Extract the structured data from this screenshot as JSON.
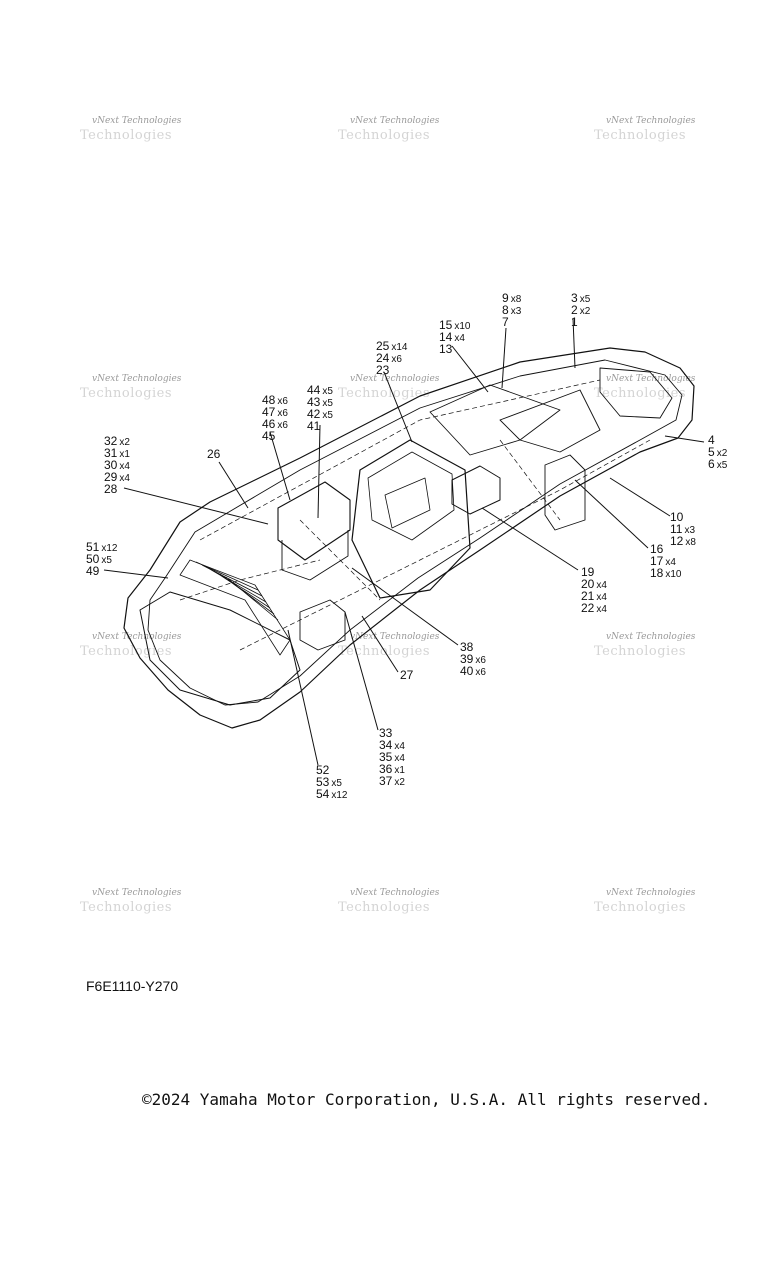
{
  "watermark": {
    "line1": "vNext Technologies",
    "line2": "Technologies"
  },
  "part_code": "F6E1110-Y270",
  "copyright": "©2024 Yamaha Motor Corporation, U.S.A. All rights reserved.",
  "callouts": {
    "c1": [
      {
        "num": "9",
        "qty": "x8"
      },
      {
        "num": "8",
        "qty": "x3"
      },
      {
        "num": "7",
        "qty": ""
      }
    ],
    "c2": [
      {
        "num": "3",
        "qty": "x5"
      },
      {
        "num": "2",
        "qty": "x2"
      },
      {
        "num": "1",
        "qty": ""
      }
    ],
    "c3": [
      {
        "num": "15",
        "qty": "x10"
      },
      {
        "num": "14",
        "qty": "x4"
      },
      {
        "num": "13",
        "qty": ""
      }
    ],
    "c4": [
      {
        "num": "25",
        "qty": "x14"
      },
      {
        "num": "24",
        "qty": "x6"
      },
      {
        "num": "23",
        "qty": ""
      }
    ],
    "c5": [
      {
        "num": "44",
        "qty": "x5"
      },
      {
        "num": "43",
        "qty": "x5"
      },
      {
        "num": "42",
        "qty": "x5"
      },
      {
        "num": "41",
        "qty": ""
      }
    ],
    "c6": [
      {
        "num": "48",
        "qty": "x6"
      },
      {
        "num": "47",
        "qty": "x6"
      },
      {
        "num": "46",
        "qty": "x6"
      },
      {
        "num": "45",
        "qty": ""
      }
    ],
    "c7": [
      {
        "num": "32",
        "qty": "x2"
      },
      {
        "num": "31",
        "qty": "x1"
      },
      {
        "num": "30",
        "qty": "x4"
      },
      {
        "num": "29",
        "qty": "x4"
      },
      {
        "num": "28",
        "qty": ""
      }
    ],
    "c8": [
      {
        "num": "26",
        "qty": ""
      }
    ],
    "c9": [
      {
        "num": "51",
        "qty": "x12"
      },
      {
        "num": "50",
        "qty": "x5"
      },
      {
        "num": "49",
        "qty": ""
      }
    ],
    "c10": [
      {
        "num": "4",
        "qty": ""
      },
      {
        "num": "5",
        "qty": "x2"
      },
      {
        "num": "6",
        "qty": "x5"
      }
    ],
    "c11": [
      {
        "num": "10",
        "qty": ""
      },
      {
        "num": "11",
        "qty": "x3"
      },
      {
        "num": "12",
        "qty": "x8"
      }
    ],
    "c12": [
      {
        "num": "16",
        "qty": ""
      },
      {
        "num": "17",
        "qty": "x4"
      },
      {
        "num": "18",
        "qty": "x10"
      }
    ],
    "c13": [
      {
        "num": "19",
        "qty": ""
      },
      {
        "num": "20",
        "qty": "x4"
      },
      {
        "num": "21",
        "qty": "x4"
      },
      {
        "num": "22",
        "qty": "x4"
      }
    ],
    "c14": [
      {
        "num": "38",
        "qty": ""
      },
      {
        "num": "39",
        "qty": "x6"
      },
      {
        "num": "40",
        "qty": "x6"
      }
    ],
    "c15": [
      {
        "num": "27",
        "qty": ""
      }
    ],
    "c16": [
      {
        "num": "33",
        "qty": ""
      },
      {
        "num": "34",
        "qty": "x4"
      },
      {
        "num": "35",
        "qty": "x4"
      },
      {
        "num": "36",
        "qty": "x1"
      },
      {
        "num": "37",
        "qty": "x2"
      }
    ],
    "c17": [
      {
        "num": "52",
        "qty": ""
      },
      {
        "num": "53",
        "qty": "x5"
      },
      {
        "num": "54",
        "qty": "x12"
      }
    ]
  }
}
